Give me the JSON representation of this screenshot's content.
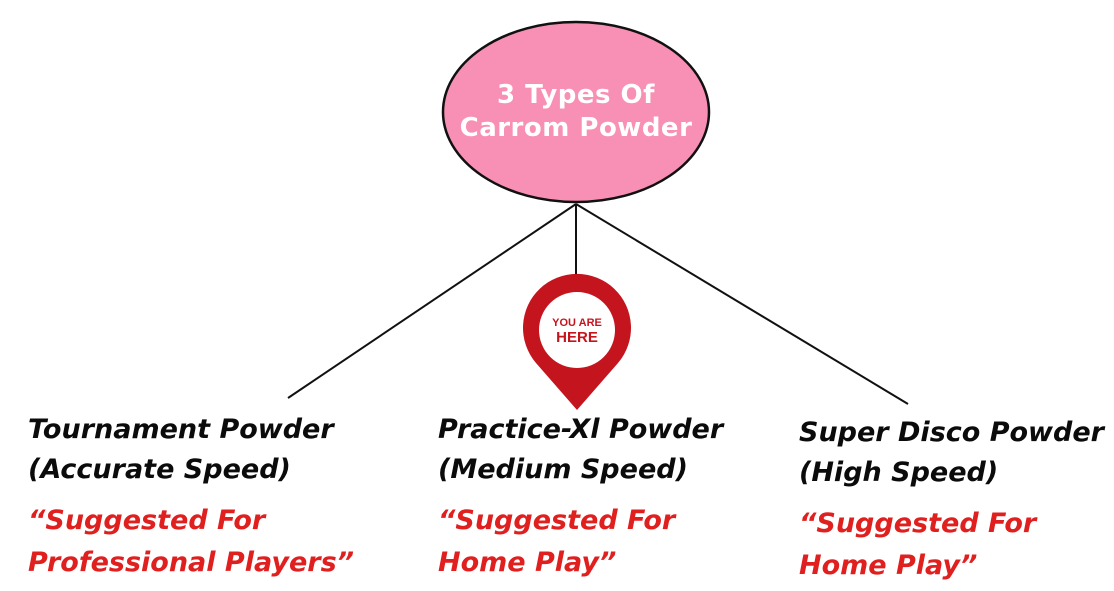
{
  "diagram": {
    "root": {
      "lines": [
        "3 Types Of",
        "Carrom Powder"
      ],
      "fill_color": "#f790b4",
      "stroke_color": "#111111"
    },
    "marker": {
      "icon": "location-pin-icon",
      "lines": [
        "YOU ARE",
        "HERE"
      ],
      "color": "#c4141d"
    },
    "branches": [
      {
        "name_line": "Tournament Powder",
        "speed_line": "(Accurate Speed)",
        "note_line1": "“Suggested For",
        "note_line2": "Professional Players”"
      },
      {
        "name_line": "Practice-Xl Powder",
        "speed_line": "(Medium Speed)",
        "note_line1": "“Suggested For",
        "note_line2": "Home Play”"
      },
      {
        "name_line": "Super Disco Powder",
        "speed_line": "(High Speed)",
        "note_line1": "“Suggested For",
        "note_line2": "Home Play”"
      }
    ],
    "colors": {
      "title_text": "#ffffff",
      "branch_text": "#0b0b0b",
      "note_text": "#e01f1f",
      "connector": "#111111"
    }
  }
}
